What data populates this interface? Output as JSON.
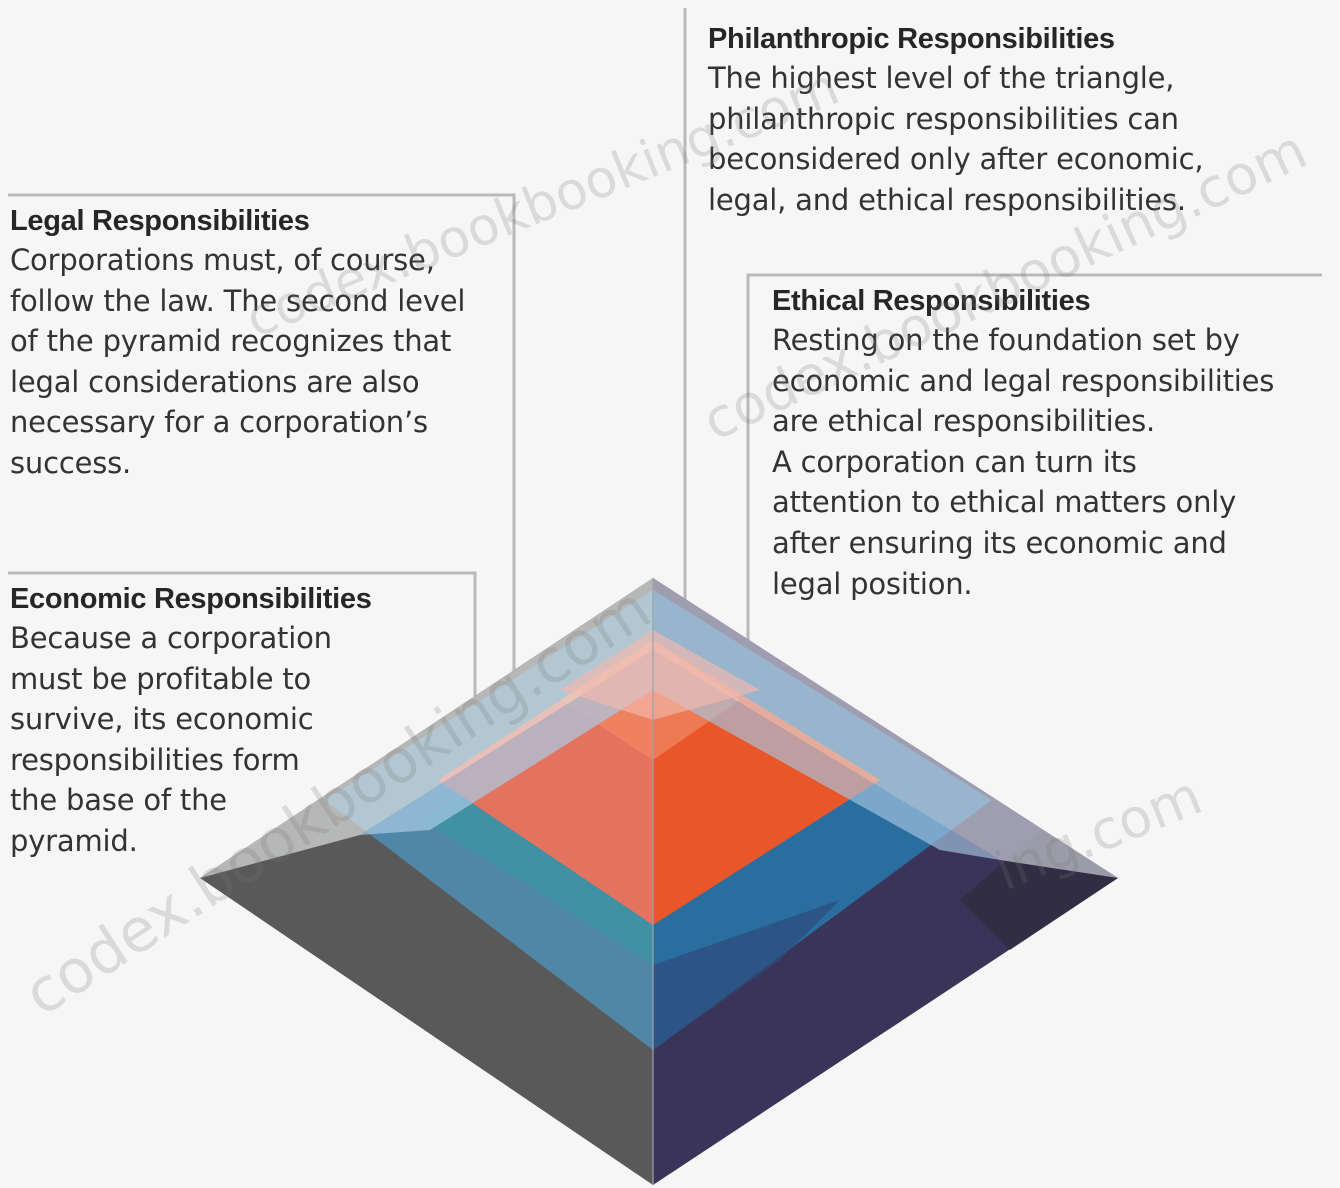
{
  "callouts": {
    "philanthropic": {
      "title": "Philanthropic Responsibilities",
      "body": "The highest level of the triangle,\nphilanthropic responsibilities can\nbeconsidered only after economic,\nlegal, and ethical responsibilities."
    },
    "legal": {
      "title": "Legal Responsibilities",
      "body": "Corporations must, of course,\nfollow the law. The second level\nof the pyramid recognizes that\nlegal considerations are also\nnecessary for a corporation’s\nsuccess."
    },
    "ethical": {
      "title": "Ethical Responsibilities",
      "body": "Resting on the foundation set by\neconomic and legal responsibilities\nare ethical responsibilities.\nA corporation can turn its\nattention to ethical matters only\nafter ensuring its economic and\nlegal position."
    },
    "economic": {
      "title": "Economic Responsibilities",
      "body": "Because a corporation\nmust be profitable to\nsurvive, its economic\nresponsibilities form\nthe base of the\npyramid."
    }
  },
  "watermark": {
    "text": "codex.bookbooking.com",
    "text_short": "ing.com"
  },
  "colors": {
    "background": "#f6f6f6",
    "leader_line": "#b5b5b5",
    "base_left": "#595959",
    "base_right": "#3a3358",
    "economic_left": "#4f87a8",
    "economic_right": "#2b6d9f",
    "legal_left": "#e0735f",
    "legal_right": "#e6562c",
    "top_left": "#e9e9ea",
    "top_right": "#e4e8ee",
    "glass_edge": "#a9c9e6"
  }
}
